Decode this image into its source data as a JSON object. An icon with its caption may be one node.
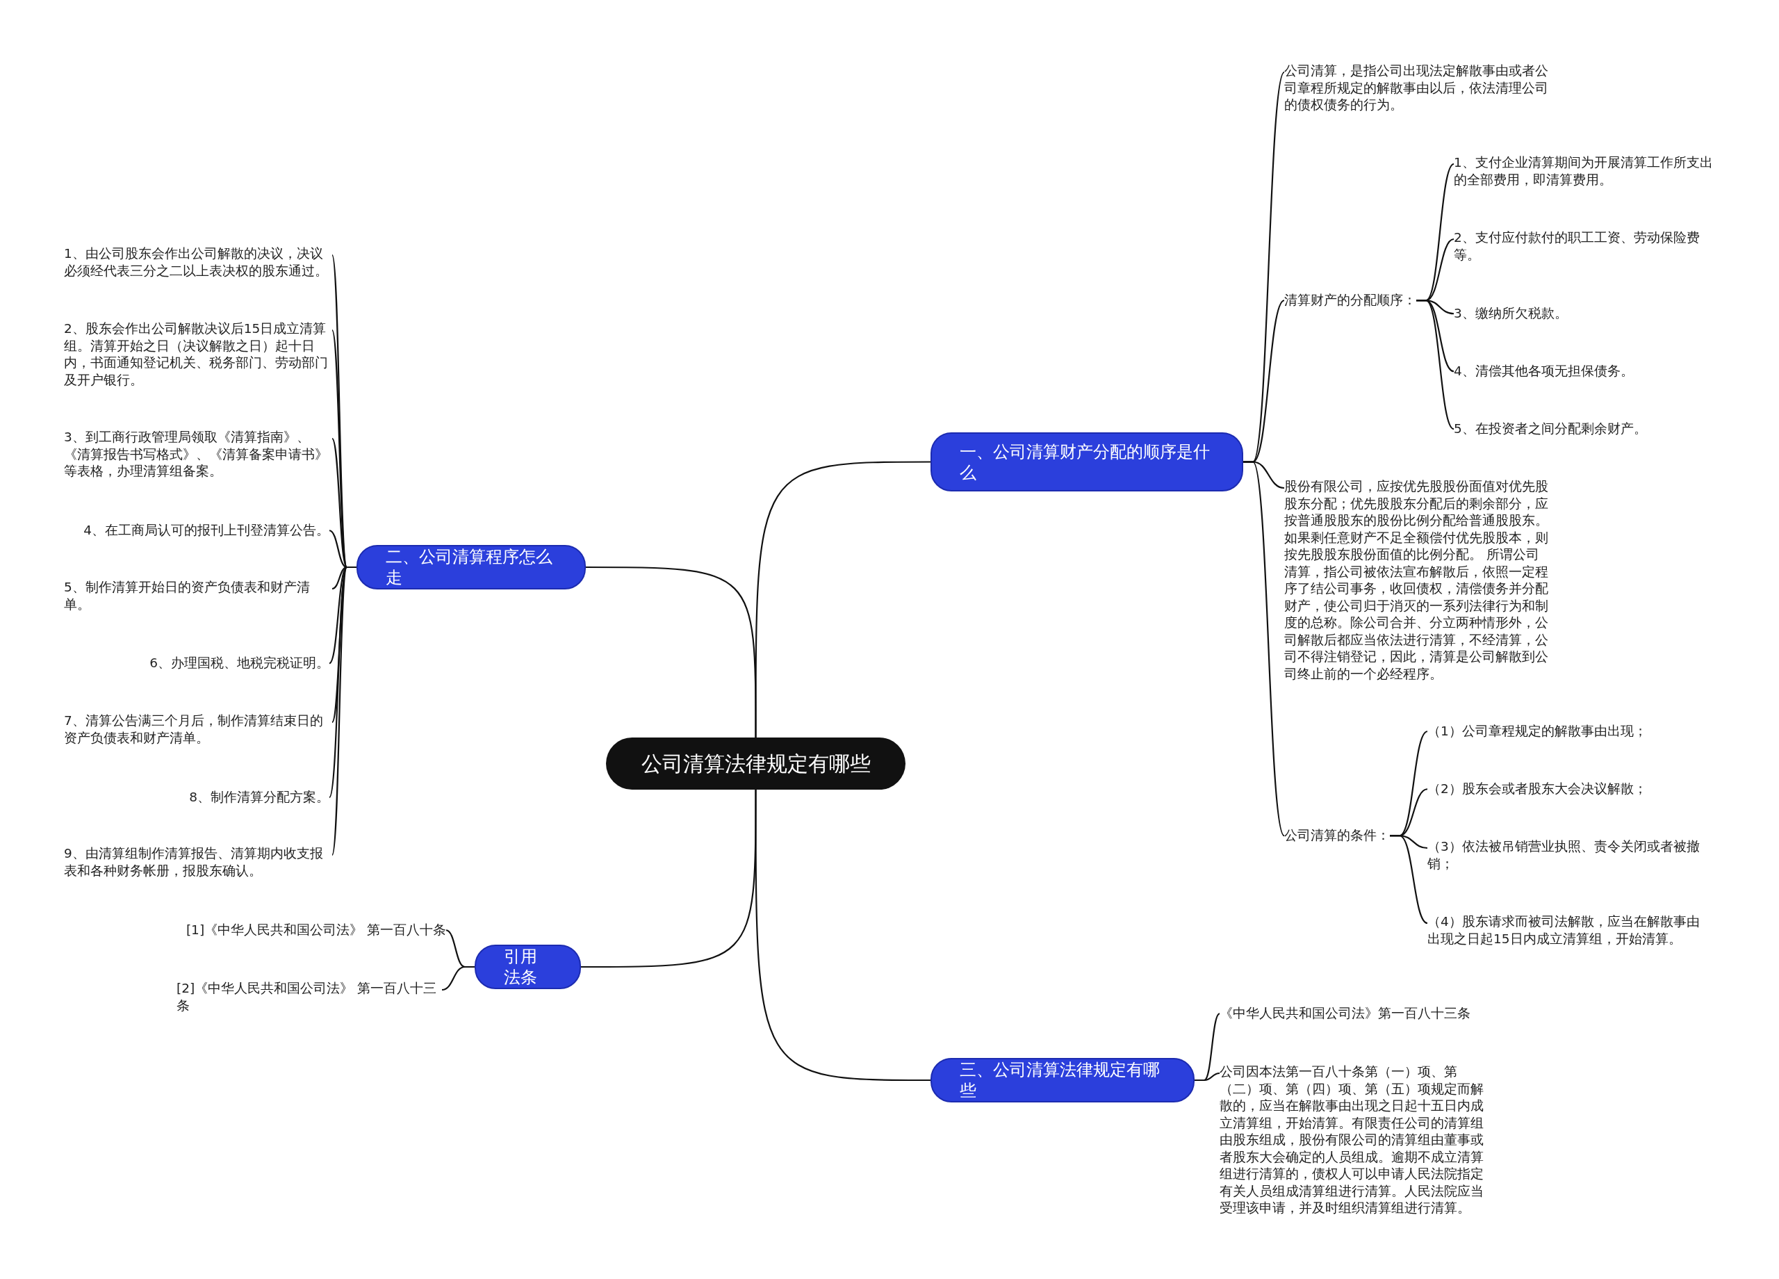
{
  "diagram": {
    "nodes": [
      {
        "text": [
          "公司清算法律规定有哪些"
        ]
      },
      {
        "text": [
          "一、公司清算财产分配的顺序是什么"
        ]
      },
      {
        "text": [
          "公司清算，是指公司出现法定解散事由或者公司章程所规定的解散事由以后，依法清理公司的债权债务的行为。"
        ]
      },
      {
        "text": [
          "清算财产的分配顺序："
        ]
      },
      {
        "text": [
          "1、支付企业清算期间为开展清算工作所支出的全部费用，即清算费用。"
        ]
      },
      {
        "text": [
          "2、支付应付款付的职工工资、劳动保险费等。"
        ]
      },
      {
        "text": [
          "3、缴纳所欠税款。"
        ]
      },
      {
        "text": [
          "4、清偿其他各项无担保债务。"
        ]
      },
      {
        "text": [
          "5、在投资者之间分配剩余财产。"
        ]
      },
      {
        "text": [
          "股份有限公司，应按优先股股份面值对优先股股东分配；优先股股东分配后的剩余部分，应按普通股股东的股份比例分配给普通股股东。如果剩任意财产不足全额偿付优先股股本，则按先股股东股份面值的比例分配。 所谓公司清算，指公司被依法宣布解散后，依照一定程序了结公司事务，收回债权，清偿债务并分配财产，使公司归于消灭的一系列法律行为和制度的总称。除公司合并、分立两种情形外，公司解散后都应当依法进行清算，不经清算，公司不得注销登记，因此，清算是公司解散到公司终止前的一个必经程序。"
        ]
      },
      {
        "text": [
          "公司清算的条件："
        ]
      },
      {
        "text": [
          "（1）公司章程规定的解散事由出现；"
        ]
      },
      {
        "text": [
          "（2）股东会或者股东大会决议解散；"
        ]
      },
      {
        "text": [
          "（3）依法被吊销营业执照、责令关闭或者被撤销；"
        ]
      },
      {
        "text": [
          "（4）股东请求而被司法解散，应当在解散事由出现之日起15日内成立清算组，开始清算。"
        ]
      },
      {
        "text": [
          "二、公司清算程序怎么走"
        ]
      },
      {
        "text": [
          "1、由公司股东会作出公司解散的决议，决议必须经代表三分之二以上表决权的股东通过。"
        ]
      },
      {
        "text": [
          "2、股东会作出公司解散决议后15日成立清算组。清算开始之日（决议解散之日）起十日内，书面通知登记机关、税务部门、劳动部门及开户银行。"
        ]
      },
      {
        "text": [
          "3、到工商行政管理局领取《清算指南》、《清算报告书写格式》、《清算备案申请书》等表格，办理清算组备案。"
        ]
      },
      {
        "text": [
          "4、在工商局认可的报刊上刊登清算公告。"
        ]
      },
      {
        "text": [
          "5、制作清算开始日的资产负债表和财产清单。"
        ]
      },
      {
        "text": [
          "6、办理国税、地税完税证明。"
        ]
      },
      {
        "text": [
          "7、清算公告满三个月后，制作清算结束日的资产负债表和财产清单。"
        ]
      },
      {
        "text": [
          "8、制作清算分配方案。"
        ]
      },
      {
        "text": [
          "9、由清算组制作清算报告、清算期内收支报表和各种财务帐册，报股东确认。"
        ]
      },
      {
        "text": [
          "引用法条"
        ]
      },
      {
        "text": [
          "[1]《中华人民共和国公司法》 第一百八十条"
        ]
      },
      {
        "text": [
          "[2]《中华人民共和国公司法》 第一百八十三条"
        ]
      },
      {
        "text": [
          "三、公司清算法律规定有哪些"
        ]
      },
      {
        "text": [
          "《中华人民共和国公司法》第一百八十三条"
        ]
      },
      {
        "text": [
          "公司因本法第一百八十条第（一）项、第（二）项、第（四）项、第（五）项规定而解散的，应当在解散事由出现之日起十五日内成立清算组，开始清算。有限责任公司的清算组由股东组成，股份有限公司的清算组由董事或者股东大会确定的人员组成。逾期不成立清算组进行清算的，债权人可以申请人民法院指定有关人员组成清算组进行清算。人民法院应当受理该申请，并及时组织清算组进行清算。"
        ]
      }
    ],
    "edges": [
      {
        "from": 0,
        "to": 1,
        "arrow": "none"
      },
      {
        "from": 1,
        "to": 2,
        "arrow": "none"
      },
      {
        "from": 1,
        "to": 3,
        "arrow": "none"
      },
      {
        "from": 3,
        "to": 4,
        "arrow": "none"
      },
      {
        "from": 3,
        "to": 5,
        "arrow": "none"
      },
      {
        "from": 3,
        "to": 6,
        "arrow": "none"
      },
      {
        "from": 3,
        "to": 7,
        "arrow": "none"
      },
      {
        "from": 3,
        "to": 8,
        "arrow": "none"
      },
      {
        "from": 1,
        "to": 9,
        "arrow": "none"
      },
      {
        "from": 1,
        "to": 10,
        "arrow": "none"
      },
      {
        "from": 10,
        "to": 11,
        "arrow": "none"
      },
      {
        "from": 10,
        "to": 12,
        "arrow": "none"
      },
      {
        "from": 10,
        "to": 13,
        "arrow": "none"
      },
      {
        "from": 10,
        "to": 14,
        "arrow": "none"
      },
      {
        "from": 0,
        "to": 15,
        "arrow": "none"
      },
      {
        "from": 15,
        "to": 16,
        "arrow": "none"
      },
      {
        "from": 15,
        "to": 17,
        "arrow": "none"
      },
      {
        "from": 15,
        "to": 18,
        "arrow": "none"
      },
      {
        "from": 15,
        "to": 19,
        "arrow": "none"
      },
      {
        "from": 15,
        "to": 20,
        "arrow": "none"
      },
      {
        "from": 15,
        "to": 21,
        "arrow": "none"
      },
      {
        "from": 15,
        "to": 22,
        "arrow": "none"
      },
      {
        "from": 15,
        "to": 23,
        "arrow": "none"
      },
      {
        "from": 15,
        "to": 24,
        "arrow": "none"
      },
      {
        "from": 0,
        "to": 25,
        "arrow": "none"
      },
      {
        "from": 25,
        "to": 26,
        "arrow": "none"
      },
      {
        "from": 25,
        "to": 27,
        "arrow": "none"
      },
      {
        "from": 0,
        "to": 28,
        "arrow": "none"
      },
      {
        "from": 28,
        "to": 29,
        "arrow": "none"
      },
      {
        "from": 28,
        "to": 30,
        "arrow": "none"
      }
    ]
  }
}
